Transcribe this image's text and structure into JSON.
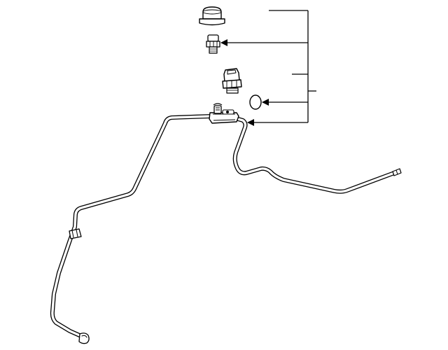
{
  "diagram": {
    "type": "parts-exploded-view",
    "background": "#ffffff",
    "line_color": "#000000",
    "parts": [
      {
        "name": "dust-cap",
        "kind": "cap"
      },
      {
        "name": "pressure-switch-small",
        "kind": "sensor"
      },
      {
        "name": "pressure-switch-with-connector",
        "kind": "sensor"
      },
      {
        "name": "o-ring",
        "kind": "seal"
      },
      {
        "name": "hose-block-fitting",
        "kind": "fitting"
      },
      {
        "name": "refrigerant-line-assembly",
        "kind": "tube"
      }
    ],
    "callouts": [
      {
        "name": "callout-top",
        "arrow": false
      },
      {
        "name": "callout-switch-small",
        "arrow": true
      },
      {
        "name": "callout-switch-connector",
        "arrow": false
      },
      {
        "name": "callout-bracket-tick",
        "arrow": false
      },
      {
        "name": "callout-o-ring",
        "arrow": true
      },
      {
        "name": "callout-hose-assembly",
        "arrow": true
      }
    ],
    "labels": []
  }
}
